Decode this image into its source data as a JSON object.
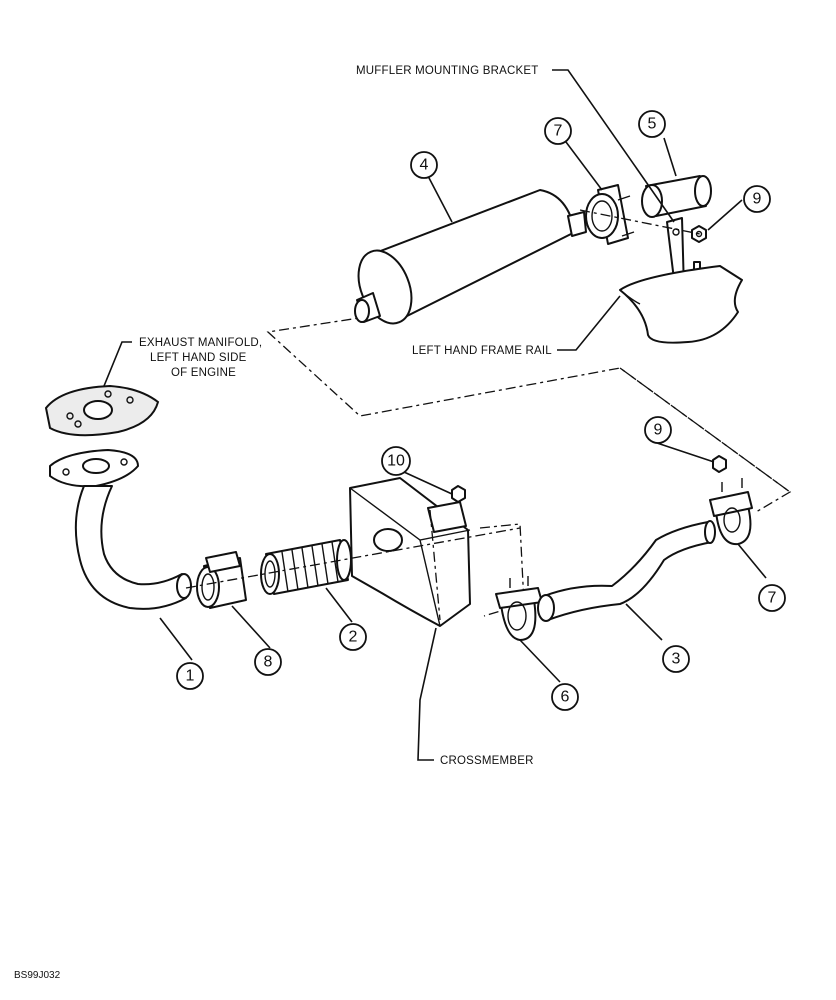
{
  "labels": {
    "muffler_bracket": "MUFFLER MOUNTING BRACKET",
    "exhaust_manifold_l1": "EXHAUST MANIFOLD,",
    "exhaust_manifold_l2": "LEFT HAND SIDE",
    "exhaust_manifold_l3": "OF ENGINE",
    "left_frame_rail": "LEFT HAND FRAME RAIL",
    "crossmember": "CROSSMEMBER"
  },
  "figure_code": "BS99J032",
  "callouts": {
    "c1": "1",
    "c2": "2",
    "c3": "3",
    "c4": "4",
    "c5": "5",
    "c6": "6",
    "c7a": "7",
    "c7b": "7",
    "c8": "8",
    "c9a": "9",
    "c9b": "9",
    "c10": "10"
  }
}
